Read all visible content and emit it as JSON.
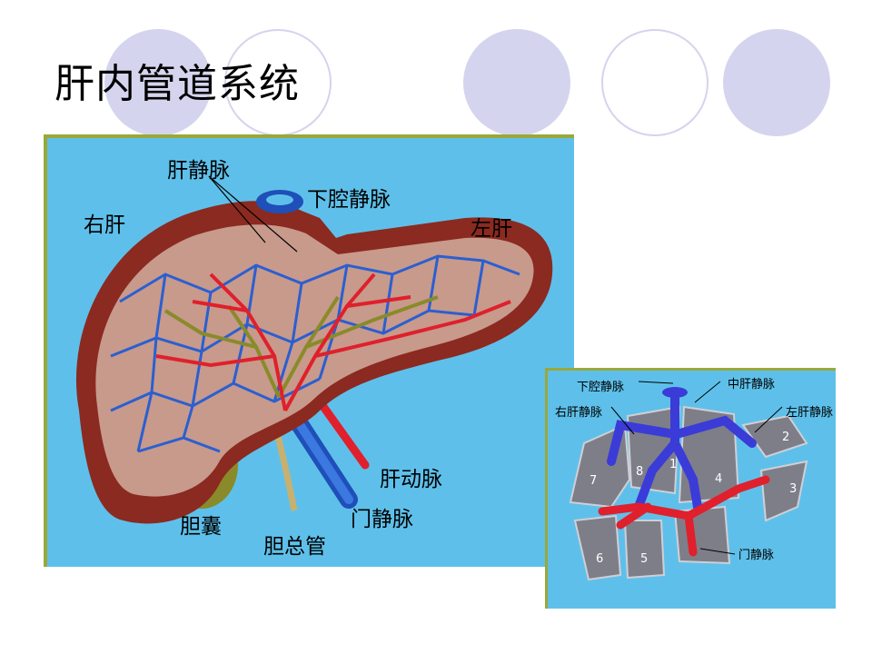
{
  "slide": {
    "title": "肝内管道系统"
  },
  "liver_diagram": {
    "labels": {
      "hepatic_vein": "肝静脉",
      "ivc": "下腔静脉",
      "right_liver": "右肝",
      "left_liver": "左肝",
      "hepatic_artery": "肝动脉",
      "portal_vein": "门静脉",
      "gallbladder": "胆囊",
      "common_bile_duct": "胆总管"
    }
  },
  "segment_diagram": {
    "labels": {
      "ivc": "下腔静脉",
      "middle_hepatic_vein": "中肝静脉",
      "right_hepatic_vein": "右肝静脉",
      "left_hepatic_vein": "左肝静脉",
      "portal_vein": "门静脉"
    },
    "segments": [
      "1",
      "2",
      "3",
      "4",
      "5",
      "6",
      "7",
      "8"
    ]
  },
  "colors": {
    "panel_bg": "#5ec0ea",
    "panel_border": "#9aa83a",
    "deco_circle": "#d4d4ee",
    "liver_outer": "#8b2a20",
    "liver_inner": "#c79a8c",
    "vein_blue": "#2b5fd0",
    "artery_red": "#e0202c",
    "bile_olive": "#8a8a2a",
    "segment_grey": "#7e7e88"
  }
}
